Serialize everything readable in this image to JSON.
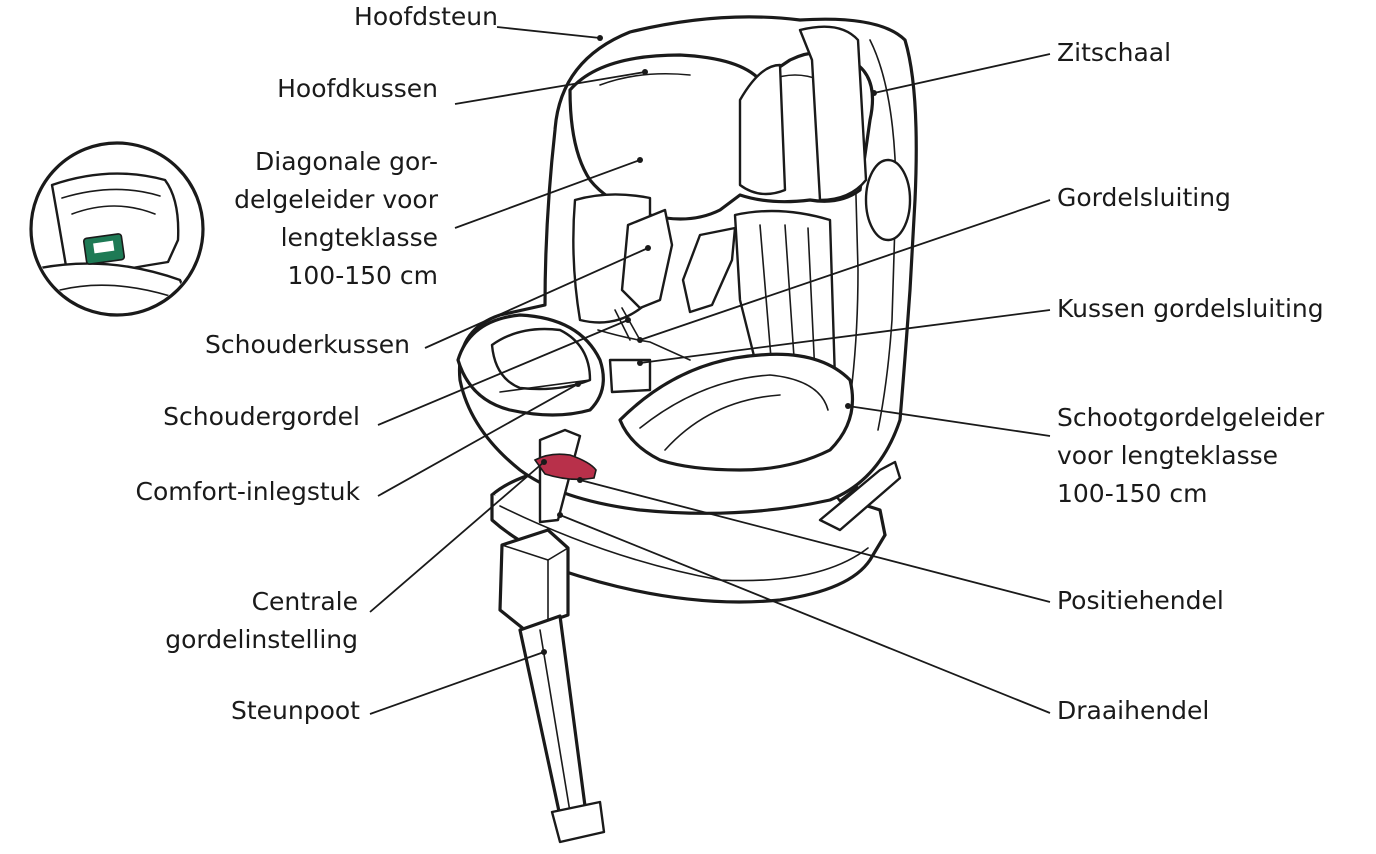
{
  "labels": {
    "hoofdsteun": "Hoofdsteun",
    "hoofdkussen": "Hoofdkussen",
    "diagonale": [
      "Diagonale gor-",
      "delgeleider voor",
      "lengteklasse",
      "100-150 cm"
    ],
    "schouderkussen": "Schouderkussen",
    "schoudergordel": "Schoudergordel",
    "comfort": "Comfort-inlegstuk",
    "centrale": [
      "Centrale",
      "gordelinstelling"
    ],
    "steunpoot": "Steunpoot",
    "zitschaal": "Zitschaal",
    "gordelsluiting": "Gordelsluiting",
    "kussen_gordelsluiting": "Kussen gordelsluiting",
    "schootgordel": [
      "Schootgordelgeleider",
      "voor lengteklasse",
      "100-150 cm"
    ],
    "positiehendel": "Positiehendel",
    "draaihendel": "Draaihendel"
  },
  "colors": {
    "line": "#1a1a1a",
    "belt_guide_highlight": "#1e7a55",
    "adjuster_highlight": "#b8304a"
  }
}
